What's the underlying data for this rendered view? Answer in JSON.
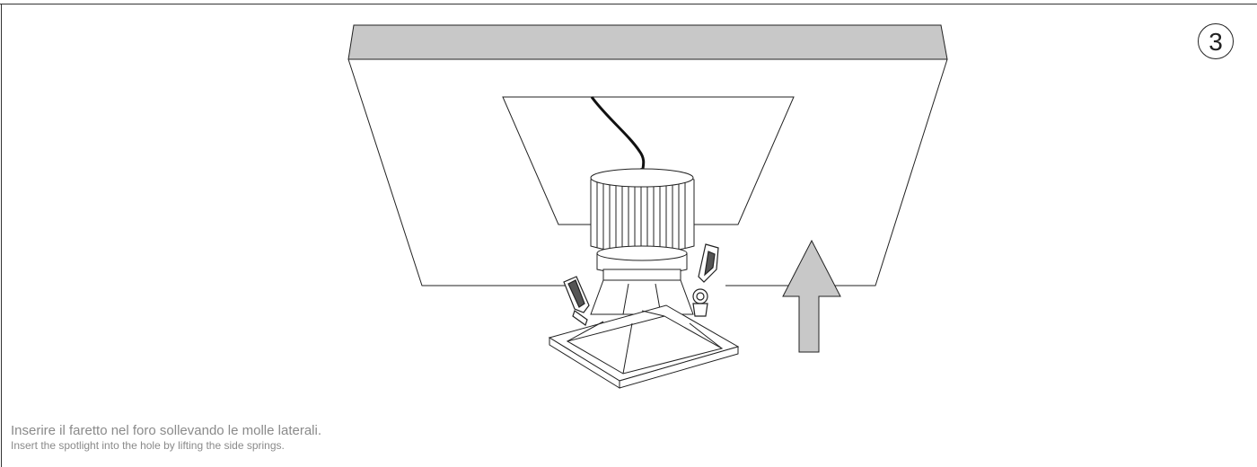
{
  "step": {
    "number": "3"
  },
  "caption": {
    "italian": "Inserire il faretto nel foro sollevando le molle laterali.",
    "english": "Insert the spotlight into the hole by lifting the side springs."
  },
  "colors": {
    "line": "#222222",
    "arrow_fill": "#c8c8c8",
    "panel_edge": "#c8c8c8",
    "caption_text": "#8a8a8a"
  },
  "icons": {
    "step_badge": "circled-number",
    "direction": "up-arrow-icon"
  }
}
